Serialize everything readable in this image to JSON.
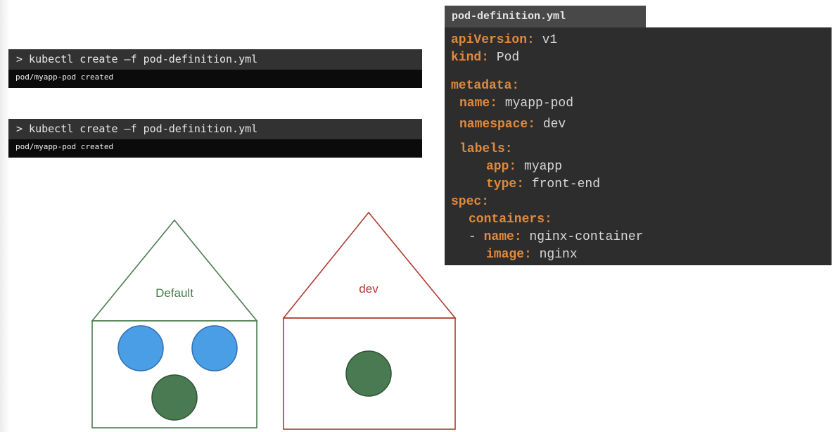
{
  "terminals": [
    {
      "command": "> kubectl create –f pod-definition.yml",
      "output": "pod/myapp-pod created"
    },
    {
      "command": "> kubectl create –f pod-definition.yml",
      "output": "pod/myapp-pod created"
    }
  ],
  "yaml": {
    "filename": "pod-definition.yml",
    "lines": {
      "api_key": "apiVersion:",
      "api_val": " v1",
      "kind_key": "kind:",
      "kind_val": " Pod",
      "metadata_key": "metadata:",
      "name_key": "name:",
      "name_val": " myapp-pod",
      "namespace_key": "namespace:",
      "namespace_val": " dev",
      "labels_key": "labels:",
      "app_key": "app:",
      "app_val": " myapp",
      "type_key": "type:",
      "type_val": " front-end",
      "spec_key": "spec:",
      "containers_key": "containers:",
      "dash": "- ",
      "cname_key": "name:",
      "cname_val": " nginx-container",
      "image_key": "image:",
      "image_val": " nginx"
    }
  },
  "namespaces": [
    {
      "label": "Default",
      "color": "#4a7c4e",
      "pods": [
        "blue",
        "blue",
        "green"
      ]
    },
    {
      "label": "dev",
      "color": "#b03a2e",
      "pods": [
        "green"
      ]
    }
  ],
  "colors": {
    "pod_blue": "#4a9ee6",
    "pod_blue_stroke": "#2f6fb0",
    "pod_green": "#4a7a52",
    "pod_green_stroke": "#2f5235",
    "yaml_key": "#e08a3c"
  }
}
